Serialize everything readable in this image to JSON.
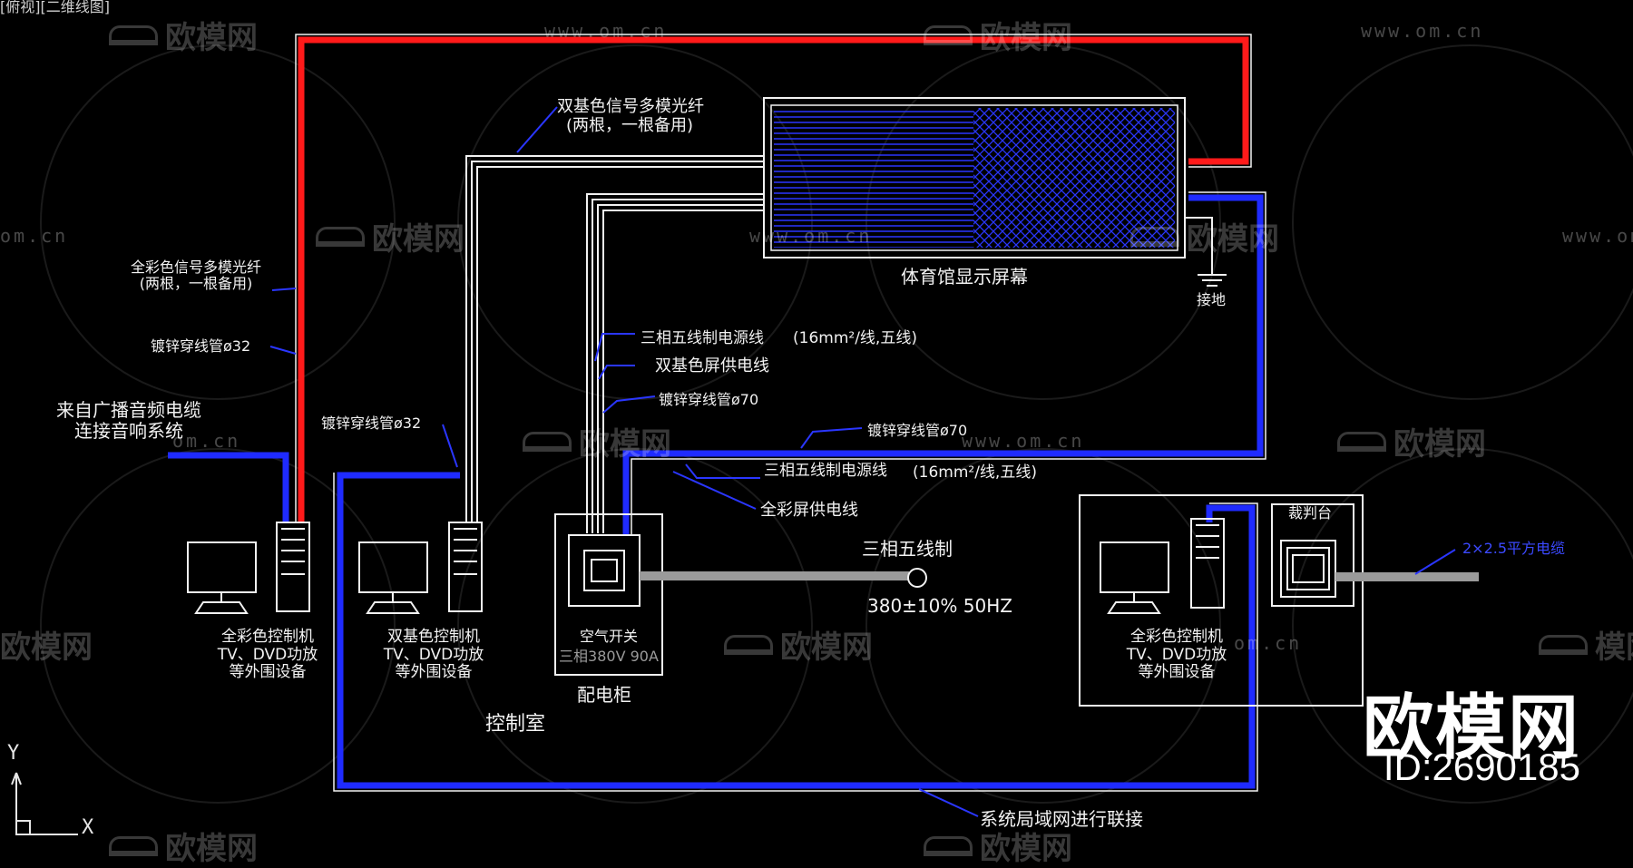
{
  "drawing": {
    "title_tag": "[俯视][二维线图]",
    "colors": {
      "background": "#000000",
      "power_red": "#ff1a1a",
      "network_blue": "#1f2bff",
      "fiber_white": "#f2f2f2",
      "cable_gray": "#8c8c8c"
    }
  },
  "labels": {
    "fiber_dual": "双基色信号多模光纤",
    "fiber_dual_note": "(两根，一根备用)",
    "fiber_full": "全彩色信号多模光纤",
    "fiber_full_note": "(两根，一根备用)",
    "pipe32_left": "镀锌穿线管ø32",
    "pipe32_mid": "镀锌穿线管ø32",
    "broadcast_line1": "来自广播音频电缆",
    "broadcast_line2": "连接音响系统",
    "power_line_a": "三相五线制电源线",
    "power_spec_a": "(16mm²/线,五线)",
    "dual_screen_power": "双基色屏供电线",
    "pipe70_a": "镀锌穿线管ø70",
    "pipe70_b": "镀锌穿线管ø70",
    "power_line_b": "三相五线制电源线",
    "power_spec_b": "(16mm²/线,五线)",
    "full_screen_power": "全彩屏供电线",
    "three_phase": "三相五线制",
    "voltage": "380±10% 50HZ",
    "screen_name": "体育馆显示屏幕",
    "ground": "接地",
    "referee_desk": "裁判台",
    "cable_spec": "2×2.5平方电缆",
    "lan": "系统局域网进行联接",
    "control_room": "控制室",
    "distribution_cabinet": "配电柜",
    "air_switch": "空气开关",
    "air_switch_spec": "三相380V 90A"
  },
  "stations": [
    {
      "line1": "全彩色控制机",
      "line2": "TV、DVD功放",
      "line3": "等外围设备"
    },
    {
      "line1": "双基色控制机",
      "line2": "TV、DVD功放",
      "line3": "等外围设备"
    },
    {
      "line1": "全彩色控制机",
      "line2": "TV、DVD功放",
      "line3": "等外围设备"
    }
  ],
  "watermarks": {
    "brand": "欧模网",
    "url": "www.om.cn",
    "url_partial": "om.cn",
    "brand_partial": "模网"
  },
  "brand_corner": {
    "name": "欧模网",
    "id": "ID:2690185"
  },
  "ucs": {
    "y": "Y",
    "x": "X"
  }
}
